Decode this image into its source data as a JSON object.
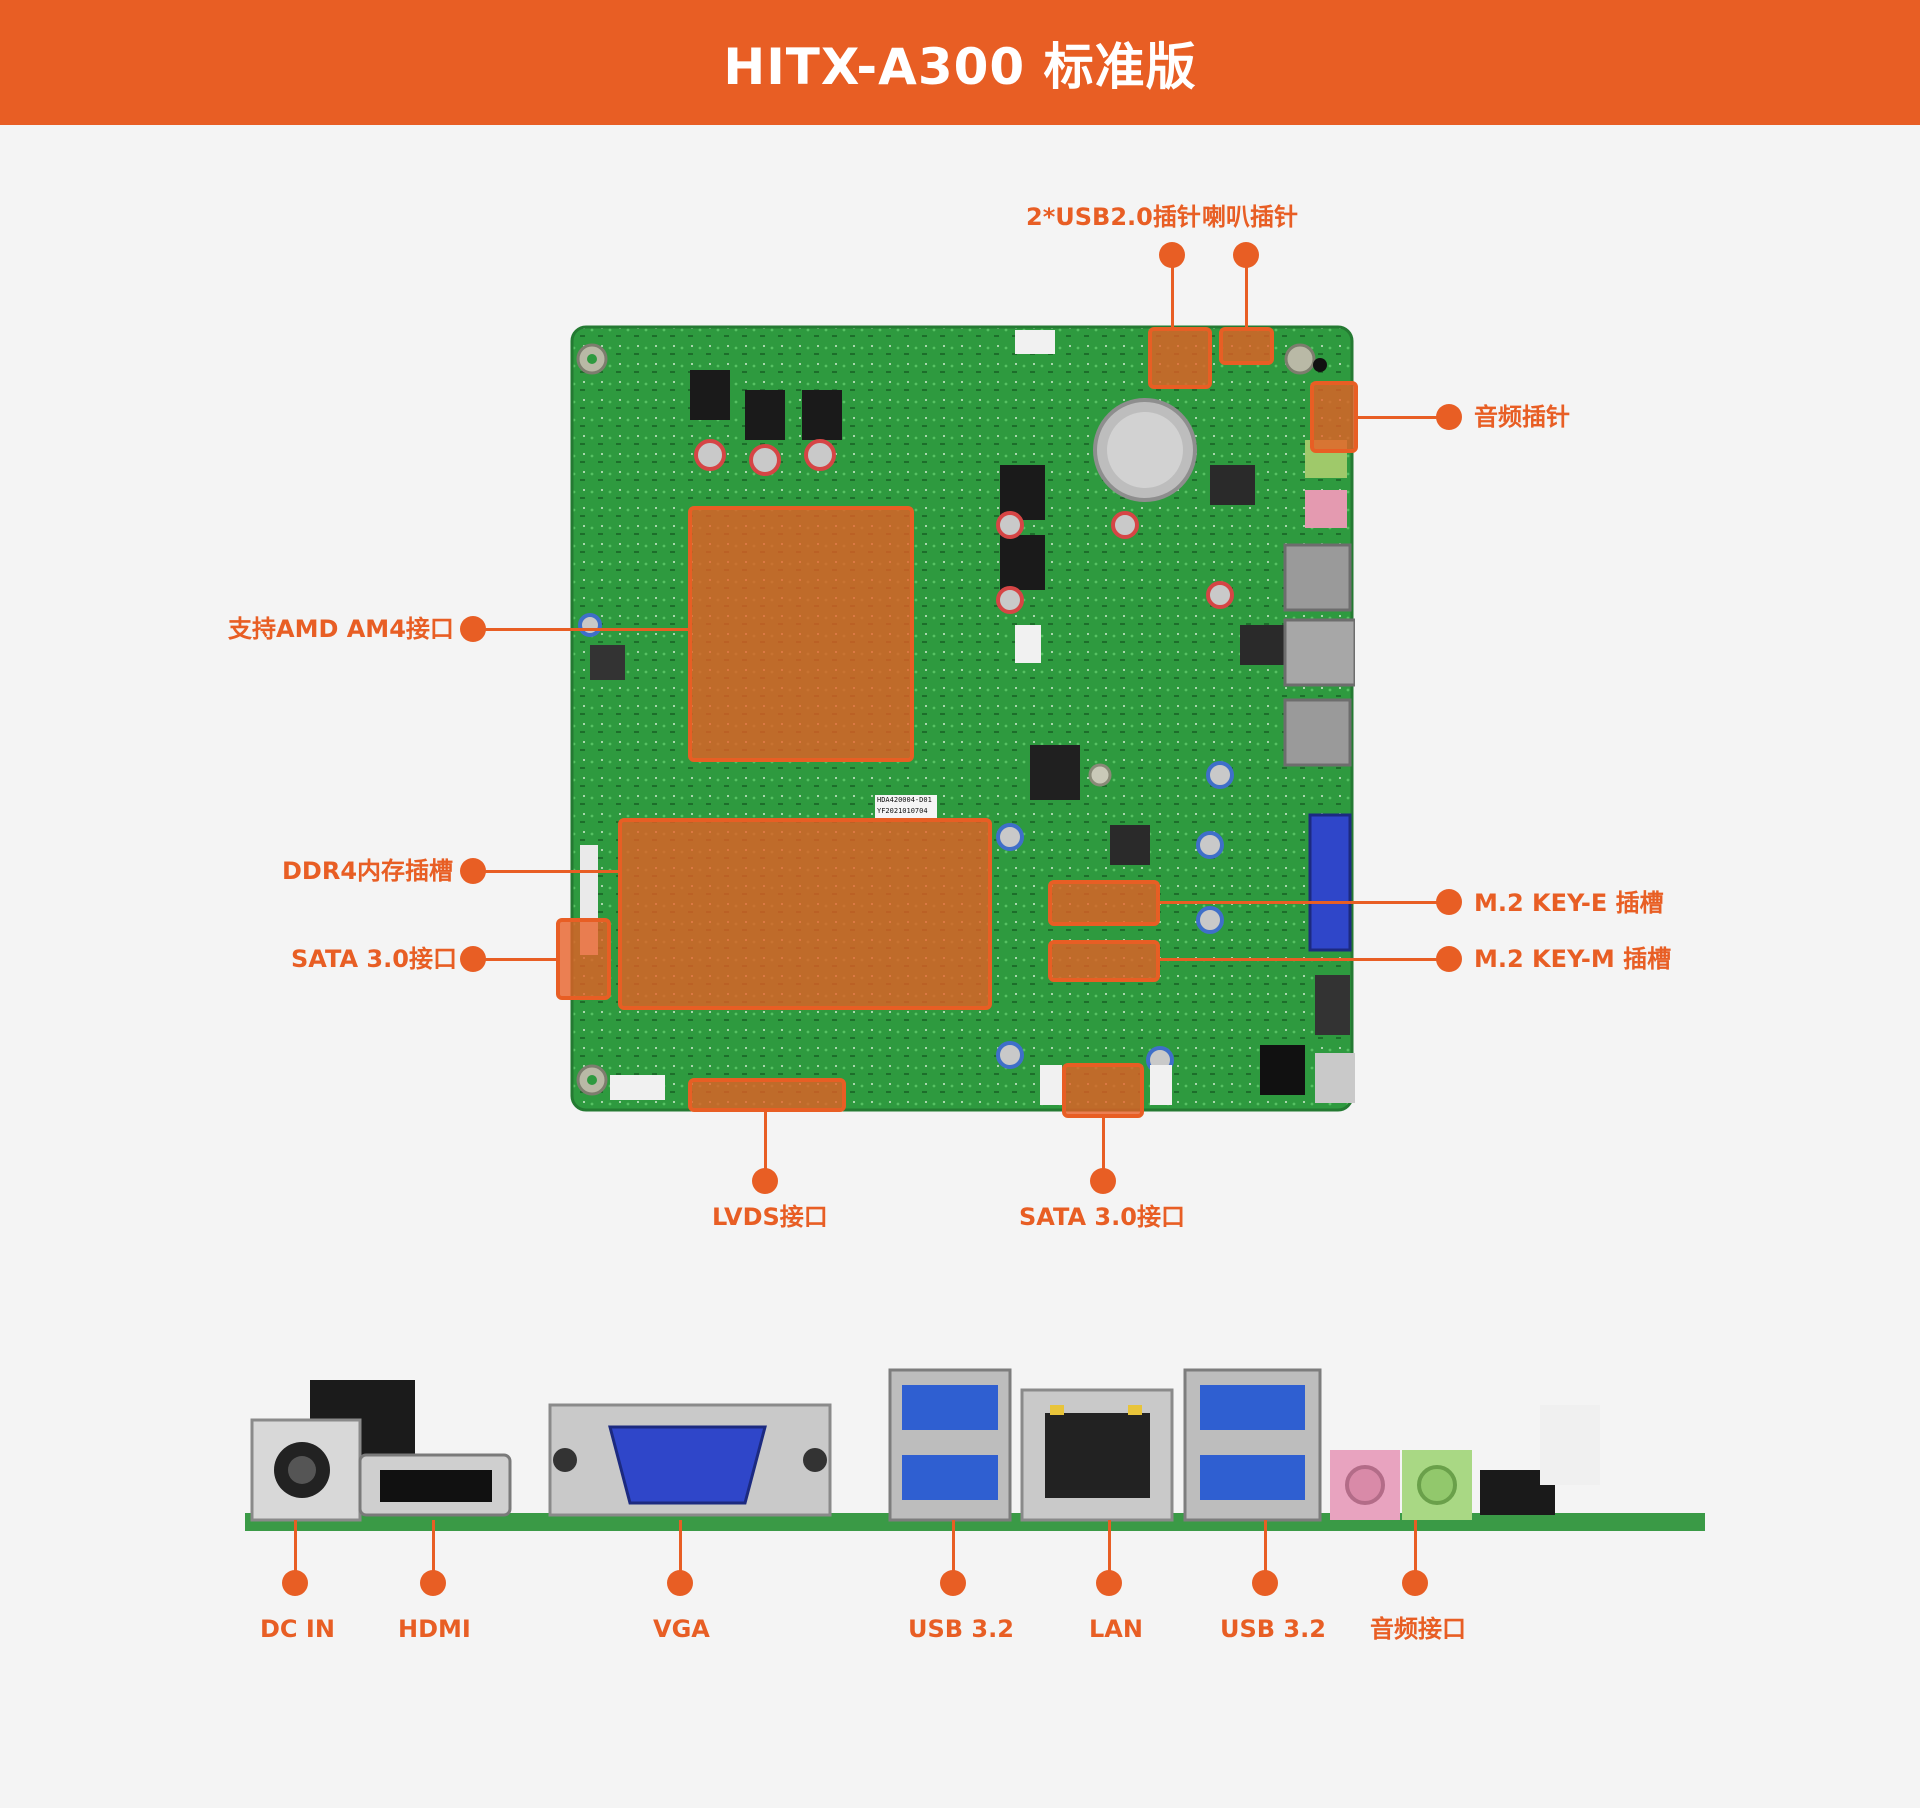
{
  "header": {
    "title": "HITX-A300 标准版"
  },
  "board_labels": {
    "usb20": "2*USB2.0插针",
    "speaker": "喇叭插针",
    "audio_pin": "音频插针",
    "am4": "支持AMD AM4接口",
    "ddr4": "DDR4内存插槽",
    "sata_left": "SATA 3.0接口",
    "m2e": "M.2 KEY-E 插槽",
    "m2m": "M.2 KEY-M 插槽",
    "lvds": "LVDS接口",
    "sata_bottom": "SATA 3.0接口"
  },
  "board_printed": {
    "model_line1": "HDA420004-D01",
    "model_line2": "YF2021010704"
  },
  "io_labels": {
    "dcin": "DC IN",
    "hdmi": "HDMI",
    "vga": "VGA",
    "usb1": "USB 3.2",
    "lan": "LAN",
    "usb2": "USB 3.2",
    "audio": "音频接口"
  },
  "colors": {
    "accent": "#e85e24",
    "pcb": "#2e9a3f",
    "background": "#f4f4f4"
  }
}
